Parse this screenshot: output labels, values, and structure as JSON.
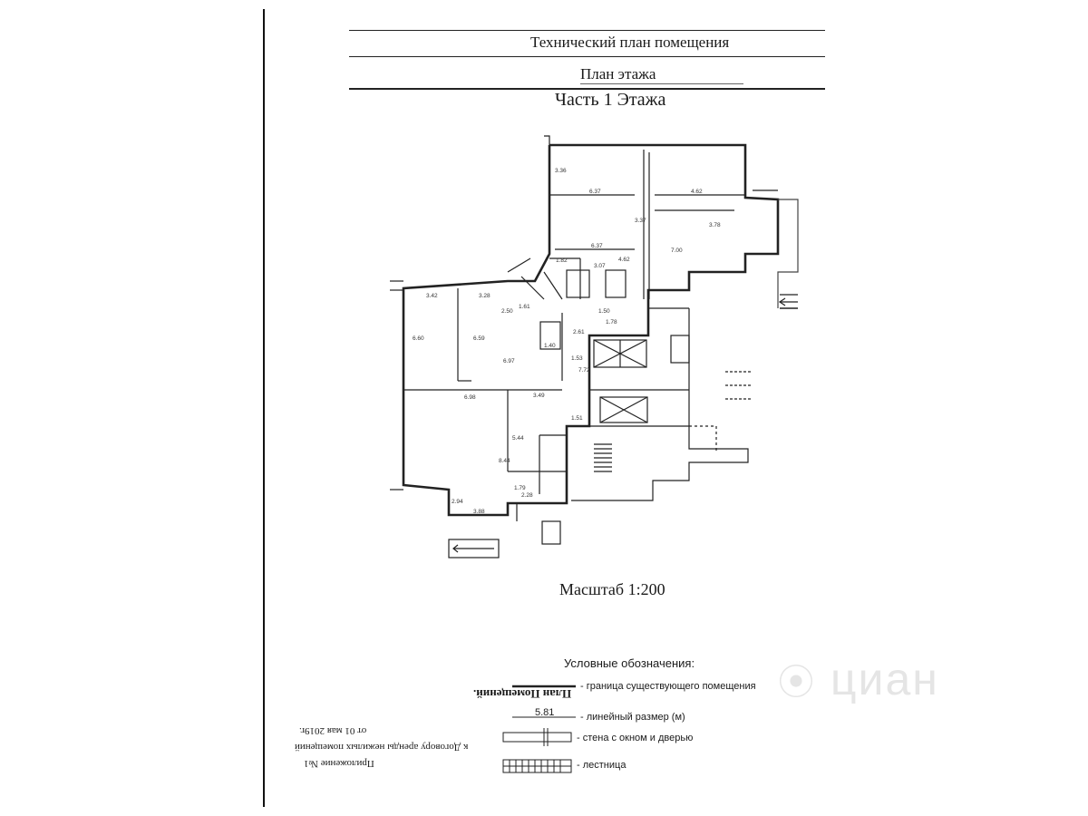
{
  "header": {
    "title": "Технический план помещения",
    "floor_plan": "План этажа",
    "part": "Часть 1  Этажа"
  },
  "scale": "Масштаб 1:200",
  "legend": {
    "title": "Условные обозначения:",
    "items": [
      {
        "label": "- граница существующего помещения"
      },
      {
        "sample_value": "5.81",
        "label": "- линейный размер (м)"
      },
      {
        "label": "- стена с окном и  дверью"
      },
      {
        "label": "- лестница"
      }
    ]
  },
  "appendix": {
    "heading": "План Помещений.",
    "line1": "Приложение №1",
    "line2": "к Договору аренды нежилых помещений",
    "line3": "от  01 мая 2019г."
  },
  "dimensions": {
    "d1": "6.37",
    "d2": "4.62",
    "d3": "6.37",
    "d4": "4.62",
    "d5": "3.36",
    "d6": "3.37",
    "d7": "3.78",
    "d8": "7.00",
    "d9": "3.42",
    "d10": "3.28",
    "d11": "6.60",
    "d12": "6.59",
    "d13": "6.97",
    "d14": "6.98",
    "d15": "3.49",
    "d16": "5.44",
    "d17": "8.44",
    "d18": "1.79",
    "d19": "2.94",
    "d20": "3.88",
    "d21": "1.40",
    "d22": "1.53",
    "d23": "2.61",
    "d24": "1.50",
    "d25": "1.82",
    "d26": "3.07",
    "d27": "7.72",
    "d28": "1.61",
    "d29": "1.51",
    "d30": "2.28",
    "d31": "2.50",
    "d32": "1.78"
  },
  "watermark": "циан"
}
